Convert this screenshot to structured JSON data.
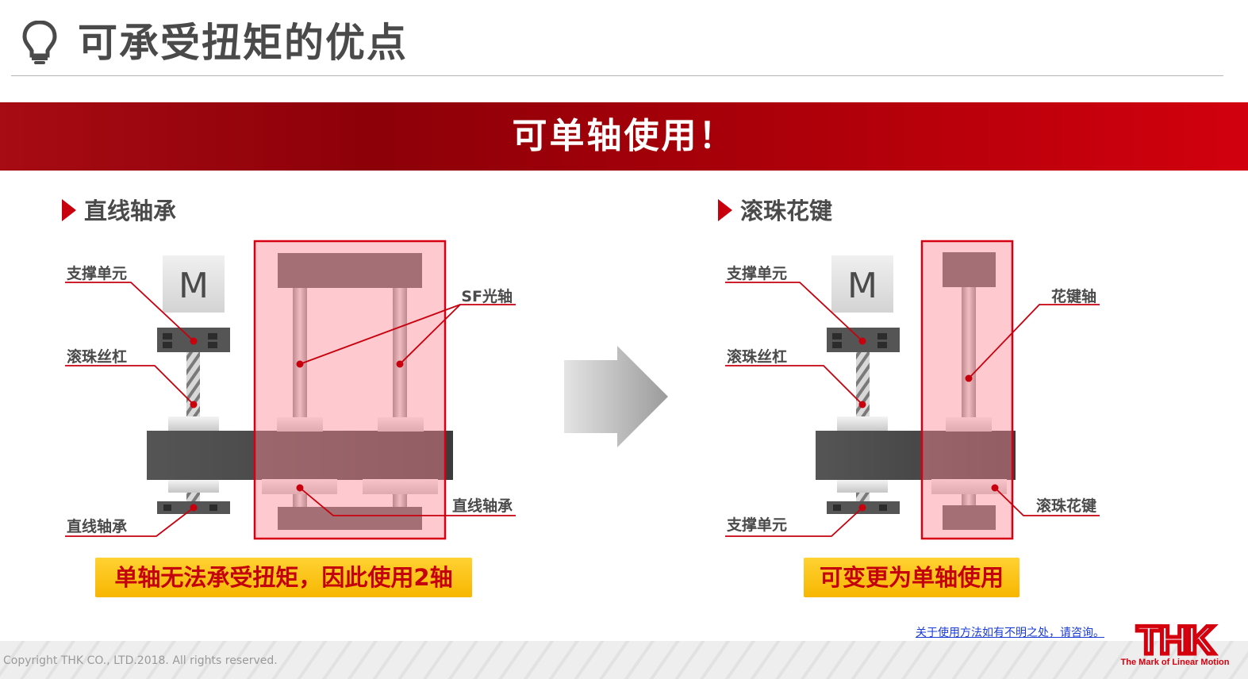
{
  "header": {
    "title": "可承受扭矩的优点",
    "icon": "lightbulb-icon"
  },
  "banner": {
    "text": "可单轴使用！"
  },
  "left_panel": {
    "heading": "直线轴承",
    "motor_letter": "M",
    "labels": {
      "support_unit_top": "支撑单元",
      "ball_screw": "滚珠丝杠",
      "linear_bearing_bottom": "直线轴承",
      "sf_shaft": "SF光轴",
      "linear_bearing_right": "直线轴承"
    },
    "callout": "单轴无法承受扭矩，因此使用2轴"
  },
  "arrow": {
    "icon": "right-arrow-icon"
  },
  "right_panel": {
    "heading": "滚珠花键",
    "motor_letter": "M",
    "labels": {
      "support_unit_top": "支撑单元",
      "ball_screw": "滚珠丝杠",
      "support_unit_bottom": "支撑单元",
      "spline_shaft": "花键轴",
      "ball_spline": "滚珠花键"
    },
    "callout": "可变更为单轴使用"
  },
  "footer": {
    "copyright": "Copyright THK CO., LTD.2018. All rights reserved.",
    "contact_text": "关于使用方法如有不明之处，请咨询。",
    "logo_text": "THK",
    "logo_tagline": "The Mark of Linear Motion"
  },
  "colors": {
    "accent_red": "#c8000e",
    "highlight_pink": "#ffc7ca",
    "callout_yellow": "#fcc10a",
    "title_gray": "#4a4a4a"
  }
}
